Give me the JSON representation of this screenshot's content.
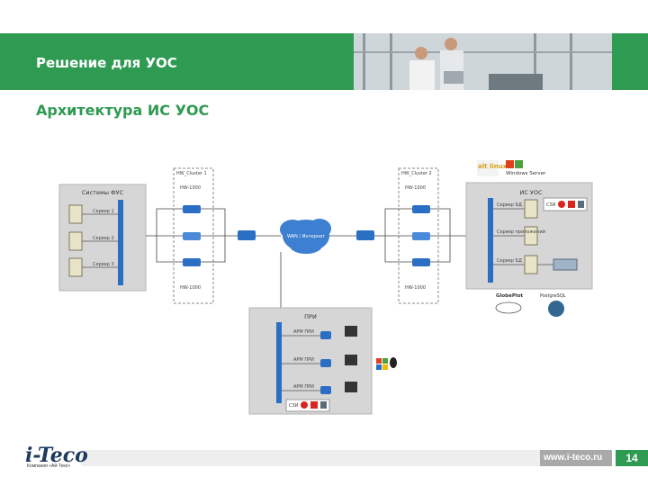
{
  "header": {
    "title": "Решение для УОС"
  },
  "section": {
    "title": "Архитектура ИС УОС"
  },
  "diagram": {
    "left_box": {
      "title": "Системы ФУС",
      "items": [
        "Сервер 1",
        "Сервер 2",
        "Сервер 3"
      ]
    },
    "cluster1": {
      "title": "HW_Cluster 1",
      "top_label": "HW-1000",
      "bottom_label": "HW-1000"
    },
    "cloud": {
      "label": "WAN / Интернет"
    },
    "cluster2": {
      "title": "HW_Cluster 2",
      "top_label": "HW-1000",
      "bottom_label": "HW-1000"
    },
    "right_box": {
      "title": "ИС УОС",
      "items": [
        "Сервер БД",
        "Сервер приложений",
        "Сервер БД"
      ],
      "security_label": "СЗИ"
    },
    "bottom_box": {
      "title": "ПРИ",
      "items": [
        "АРМ ПРИ",
        "АРМ ПРИ",
        "АРМ ПРИ"
      ],
      "security_label": "СЗИ"
    },
    "os_logos": {
      "alt_linux": "alt linux",
      "windows_server": "Windows Server"
    },
    "db_logos": {
      "globeplot": "GlobePlot",
      "postgresql": "PostgreSQL"
    }
  },
  "footer": {
    "url": "www.i-teco.ru",
    "page_number": "14",
    "logo": "i-Teco",
    "tagline": "Компания «Ай-Теко»"
  },
  "colors": {
    "brand_green": "#2e9a52",
    "network_blue": "#2b6fc4",
    "box_gray": "#d6d6d6"
  }
}
